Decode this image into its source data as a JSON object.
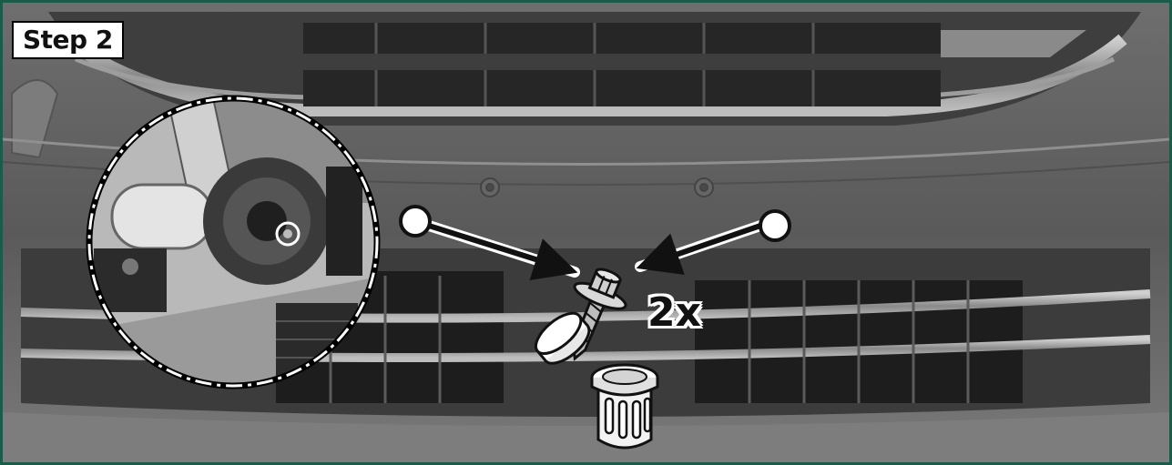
{
  "step": {
    "label": "Step 2"
  },
  "callout": {
    "quantity": "2x"
  },
  "icons": [
    "screw-icon",
    "plastic-plug-icon",
    "plug-cap-icon",
    "arrow-icon",
    "marker-dot-icon",
    "detail-magnifier"
  ],
  "colors": {
    "frame_border": "#1c5a4a",
    "marker_fill": "#ffffff",
    "ink": "#111111"
  }
}
